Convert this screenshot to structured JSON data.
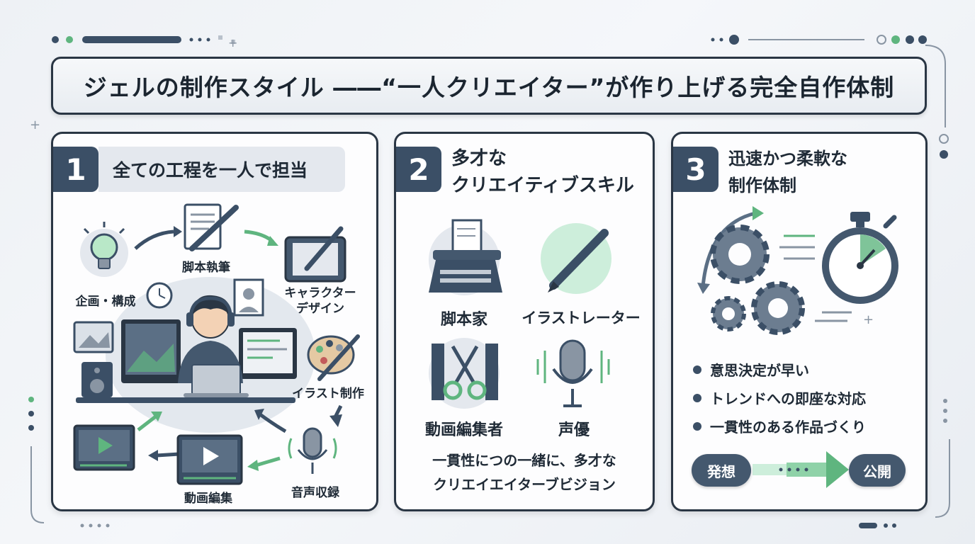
{
  "title": "ジェルの制作スタイル ――“一人クリエイター”が作り上げる完全自作体制",
  "colors": {
    "navy": "#3b4f66",
    "dark": "#2a3644",
    "green": "#5fb57f",
    "greenLight": "#cdeedb",
    "gray": "#8995a3"
  },
  "panel1": {
    "number": "1",
    "heading": "全ての工程を一人で担当",
    "steps": {
      "planning": "企画・構成",
      "script": "脚本執筆",
      "character": "キャラクター\nデザイン",
      "illustration": "イラスト制作",
      "audio": "音声収録",
      "editing": "動画編集"
    }
  },
  "panel2": {
    "number": "2",
    "heading": "多才な\nクリエイティブスキル",
    "roles": {
      "writer": "脚本家",
      "illustrator": "イラストレーター",
      "editor": "動画編集者",
      "voice": "声優"
    },
    "tagline": "一貫性につの一緒に、多才な\nクリエイエイターブビジョン"
  },
  "panel3": {
    "number": "3",
    "heading": "迅速かつ柔軟な\n制作体制",
    "bullets": [
      "意思決定が早い",
      "トレンドへの即座な対応",
      "一貫性のある作品づくり"
    ],
    "flow": {
      "start": "発想",
      "end": "公開"
    }
  }
}
